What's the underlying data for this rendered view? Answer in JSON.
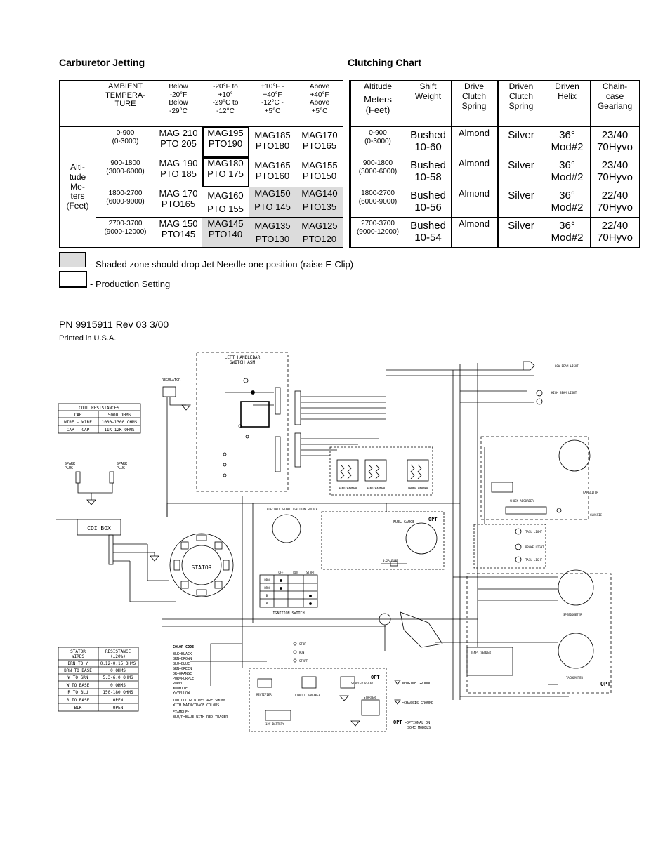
{
  "headings": {
    "carb": "Carburetor Jetting",
    "clutch": "Clutching Chart"
  },
  "jetting": {
    "header_ambient": [
      "AMBIENT",
      "TEMPERA-",
      "TURE"
    ],
    "temp_cols": [
      [
        "Below",
        "-20°F",
        "Below",
        "-29°C"
      ],
      [
        "-20°F to",
        "+10°",
        "-29°C to",
        "-12°C"
      ],
      [
        "+10°F -",
        "+40°F",
        "-12°C -",
        "+5°C"
      ],
      [
        "Above",
        "+40°F",
        "Above",
        "+5°C"
      ]
    ],
    "altitude_label": [
      "Alti-",
      "tude",
      "Me-",
      "ters",
      "(Feet)"
    ],
    "rows": [
      {
        "alt": "0-900",
        "feet": "(0-3000)",
        "cells": [
          [
            "MAG 210",
            "PTO 205"
          ],
          [
            "MAG195",
            "PTO190"
          ],
          [
            "MAG185",
            "PTO180"
          ],
          [
            "MAG170",
            "PTO165"
          ]
        ]
      },
      {
        "alt": "900-1800",
        "feet": "(3000-6000)",
        "cells": [
          [
            "MAG 190",
            "PTO 185"
          ],
          [
            "MAG180",
            "PTO 175"
          ],
          [
            "MAG165",
            "PTO160"
          ],
          [
            "MAG155",
            "PTO150"
          ]
        ]
      },
      {
        "alt": "1800-2700",
        "feet": "(6000-9000)",
        "cells": [
          [
            "MAG 170",
            "PTO165"
          ],
          [
            "MAG160",
            "PTO 155"
          ],
          [
            "MAG150",
            "PTO 145"
          ],
          [
            "MAG140",
            "PTO135"
          ]
        ]
      },
      {
        "alt": "2700-3700",
        "feet": "(9000-12000)",
        "cells": [
          [
            "MAG 150",
            "PTO145"
          ],
          [
            "MAG145",
            "PTO140"
          ],
          [
            "MAG135",
            "PTO130"
          ],
          [
            "MAG125",
            "PTO120"
          ]
        ]
      }
    ]
  },
  "clutching": {
    "headers": {
      "altitude": [
        "Altitude",
        "Meters",
        "(Feet)"
      ],
      "shift": [
        "Shift",
        "Weight"
      ],
      "drive": [
        "Drive",
        "Clutch",
        "Spring"
      ],
      "driven_spring": [
        "Driven",
        "Clutch",
        "Spring"
      ],
      "helix": [
        "Driven",
        "Helix"
      ],
      "chain": [
        "Chain-",
        "case",
        "Geariang"
      ]
    },
    "rows": [
      {
        "alt": "0-900",
        "feet": "(0-3000)",
        "shift": [
          "Bushed",
          "10-60"
        ],
        "drive": "Almond",
        "driven": "Silver",
        "helix": [
          "36°",
          "Mod#2"
        ],
        "chain": [
          "23/40",
          "70Hyvo"
        ]
      },
      {
        "alt": "900-1800",
        "feet": "(3000-6000)",
        "shift": [
          "Bushed",
          "10-58"
        ],
        "drive": "Almond",
        "driven": "Silver",
        "helix": [
          "36°",
          "Mod#2"
        ],
        "chain": [
          "23/40",
          "70Hyvo"
        ]
      },
      {
        "alt": "1800-2700",
        "feet": "(6000-9000)",
        "shift": [
          "Bushed",
          "10-56"
        ],
        "drive": "Almond",
        "driven": "Silver",
        "helix": [
          "36°",
          "Mod#2"
        ],
        "chain": [
          "22/40",
          "70Hyvo"
        ]
      },
      {
        "alt": "2700-3700",
        "feet": "(9000-12000)",
        "shift": [
          "Bushed",
          "10-54"
        ],
        "drive": "Almond",
        "driven": "Silver",
        "helix": [
          "36°",
          "Mod#2"
        ],
        "chain": [
          "22/40",
          "70Hyvo"
        ]
      }
    ]
  },
  "legend": {
    "shaded": "- Shaded zone should drop Jet Needle one position (raise E-Clip)",
    "production": "- Production Setting"
  },
  "footer": {
    "pn": "PN 9915911 Rev 03 3/00",
    "printed": "Printed in U.S.A."
  },
  "schematic": {
    "handlebar_title": [
      "LEFT HANDLEBAR",
      "SWITCH ASM"
    ],
    "coil_title": "COIL RESISTANCES",
    "coil_rows": [
      [
        "CAP",
        "5000 OHMS"
      ],
      [
        "WIRE - WIRE",
        "1000-1300 OHMS"
      ],
      [
        "CAP - CAP",
        "11K-12K OHMS"
      ]
    ],
    "stator_header": [
      [
        "STATOR",
        "WIRES"
      ],
      [
        "RESISTANCE",
        "(±20%)"
      ]
    ],
    "stator_rows": [
      [
        "BRN TO Y",
        "0.12-0.15 OHMS"
      ],
      [
        "BRN TO BASE",
        "0 OHMS"
      ],
      [
        "W TO GRN",
        "5.3-6.0 OHMS"
      ],
      [
        "W TO BASE",
        "0 OHMS"
      ],
      [
        "R TO BLU",
        "150-180 OHMS"
      ],
      [
        "R TO BASE",
        "OPEN"
      ],
      [
        "BLK",
        "OPEN"
      ]
    ],
    "color_code_title": "COLOR CODE",
    "color_code": [
      "BLK=BLACK",
      "BRN=BROWN",
      "BLU=BLUE",
      "GRN=GREEN",
      "OR=ORANGE",
      "PUR=PURPLE",
      "R=RED",
      "W=WHITE",
      "Y=YELLOW"
    ],
    "color_note": [
      "TWO COLOR WIRES ARE SHOWN",
      "WITH MAIN/TRACE COLORS",
      "",
      "EXAMPLE:",
      "BLU/R=BLUE WITH RED TRACER"
    ],
    "cdi": "CDI BOX",
    "stator": "STATOR",
    "ignition": "IGNITION SWITCH",
    "ign_cols": [
      "OFF",
      "RUN",
      "START"
    ],
    "ign_rows": [
      "BRN",
      "BRN",
      "B",
      "R"
    ],
    "regulator": "REGULATOR",
    "spark": [
      "SPARK",
      "PLUG"
    ],
    "opt": "OPT",
    "engine_ground": "=ENGINE GROUND",
    "chassis_ground": "=CHASSIS GROUND",
    "optional": [
      "=OPTIONAL ON",
      "SOME MODELS"
    ],
    "labels": {
      "fuel_gauge": "FUEL GAUGE",
      "speedometer": "SPEEDOMETER",
      "tachometer": "TACHOMETER",
      "shock_absorber": "SHOCK ABSORBER",
      "classic": "CLASSIC",
      "capacitor": "CAPACITOR",
      "starter": "STARTER",
      "rectifier": "RECTIFIER",
      "battery": "12V BATTERY",
      "breaker": "CIRCUIT BREAKER",
      "relay": "STARTER RELAY",
      "low_beam": "LOW BEAM LIGHT",
      "high_beam": "HIGH BEAM LIGHT",
      "tail": "TAIL LIGHT",
      "brake_light": "BRAKE LIGHT",
      "stop": "STOP",
      "run": "RUN",
      "start": "START",
      "hand_warmer": "HAND WARMER",
      "thumb_warmer": "THUMB WARMER",
      "fuse": "0.2A FUSE",
      "temp_sender": "TEMP. SENDER",
      "elec_start": "ELECTRIC START IGNITION SWITCH"
    }
  }
}
